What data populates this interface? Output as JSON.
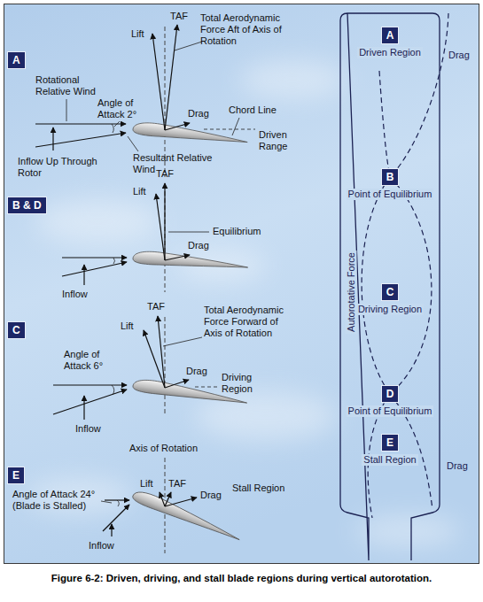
{
  "diagram": {
    "caption": "Figure 6-2: Driven, driving, and stall blade regions during vertical autorotation.",
    "nodes": [
      {
        "text": [
          "A"
        ]
      },
      {
        "text": [
          "B & D"
        ]
      },
      {
        "text": [
          "C"
        ]
      },
      {
        "text": [
          "E"
        ]
      },
      {
        "text": [
          "Autorotative Force"
        ]
      },
      {
        "text": [
          "A",
          "Driven Region"
        ],
        "in": 4
      },
      {
        "text": [
          "B",
          "Point of Equilibrium"
        ],
        "in": 4
      },
      {
        "text": [
          "C",
          "Driving Region"
        ],
        "in": 4
      },
      {
        "text": [
          "D",
          "Point of Equilibrium"
        ],
        "in": 4
      },
      {
        "text": [
          "E",
          "Stall Region"
        ],
        "in": 4
      }
    ],
    "labels": [
      "Lift",
      "TAF",
      "Total Aerodynamic Force Aft of Axis of Rotation",
      "Rotational Relative Wind",
      "Angle of Attack 2°",
      "Drag",
      "Chord Line",
      "Driven Range",
      "Inflow Up Through Rotor",
      "Resultant Relative Wind",
      "Lift",
      "TAF",
      "Equilibrium",
      "Drag",
      "Inflow",
      "Lift",
      "TAF",
      "Total Aerodynamic Force Forward of Axis of Rotation",
      "Angle of Attack 6°",
      "Drag",
      "Driving Region",
      "Inflow",
      "Axis of Rotation",
      "Lift",
      "TAF",
      "Stall Region",
      "Drag",
      "Angle of Attack 24° (Blade is Stalled)",
      "Inflow",
      "Drag",
      "Drag"
    ]
  }
}
